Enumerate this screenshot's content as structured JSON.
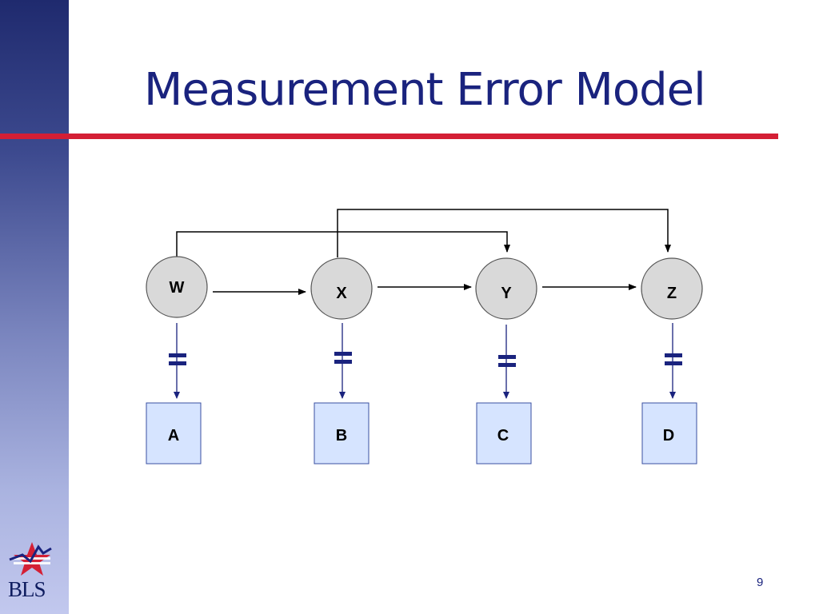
{
  "slide": {
    "title": "Measurement Error Model",
    "page_number": "9",
    "logo_text": "BLS"
  },
  "colors": {
    "title": "#1a237e",
    "rule": "#d41f35",
    "latent_fill": "#d9d9d9",
    "observed_fill": "#d6e4ff",
    "observed_border": "#3a4fa0",
    "arrow": "#000000",
    "measurement_arrow": "#1a237e"
  },
  "diagram": {
    "latent_nodes": [
      {
        "id": "W",
        "label": "W"
      },
      {
        "id": "X",
        "label": "X"
      },
      {
        "id": "Y",
        "label": "Y"
      },
      {
        "id": "Z",
        "label": "Z"
      }
    ],
    "observed_nodes": [
      {
        "id": "A",
        "label": "A",
        "measures": "W"
      },
      {
        "id": "B",
        "label": "B",
        "measures": "X"
      },
      {
        "id": "C",
        "label": "C",
        "measures": "Y"
      },
      {
        "id": "D",
        "label": "D",
        "measures": "Z"
      }
    ],
    "edges": [
      {
        "from": "W",
        "to": "X"
      },
      {
        "from": "X",
        "to": "Y"
      },
      {
        "from": "Y",
        "to": "Z"
      },
      {
        "from": "W",
        "to": "Y"
      },
      {
        "from": "X",
        "to": "Z"
      }
    ],
    "measurement_symbol": "equals-sign-icon"
  }
}
